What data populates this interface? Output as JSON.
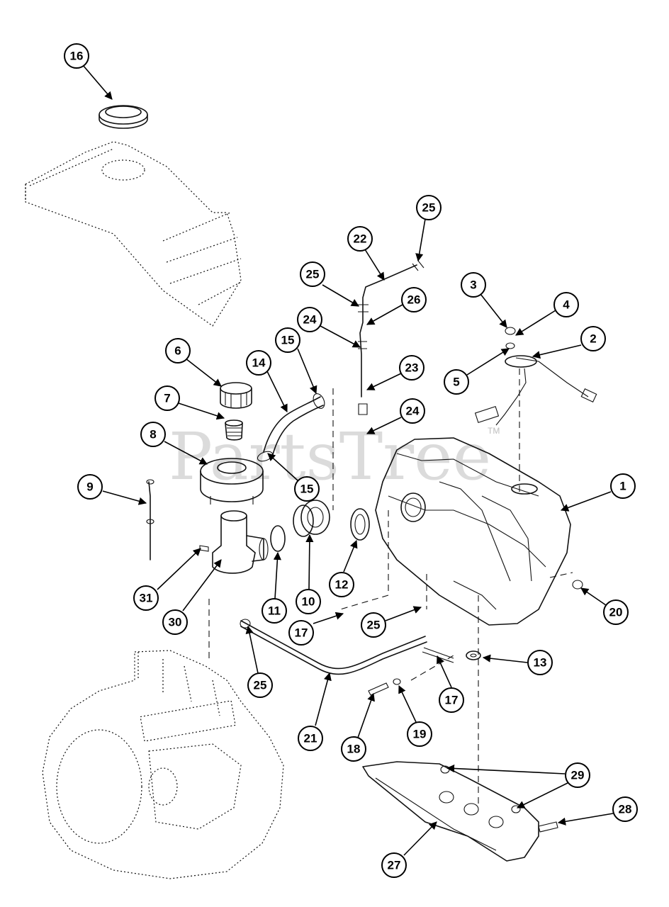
{
  "watermark": {
    "text": "PartsTree",
    "trademark": "TM"
  },
  "callouts": [
    "16",
    "25",
    "22",
    "25",
    "26",
    "3",
    "4",
    "24",
    "2",
    "15",
    "14",
    "6",
    "5",
    "23",
    "7",
    "24",
    "8",
    "15",
    "9",
    "1",
    "31",
    "30",
    "11",
    "10",
    "12",
    "17",
    "25",
    "20",
    "13",
    "25",
    "17",
    "21",
    "18",
    "19",
    "29",
    "28",
    "27"
  ],
  "colors": {
    "ink": "#111111",
    "callout_fill": "#ffffff",
    "watermark": "#cfcfcf"
  }
}
